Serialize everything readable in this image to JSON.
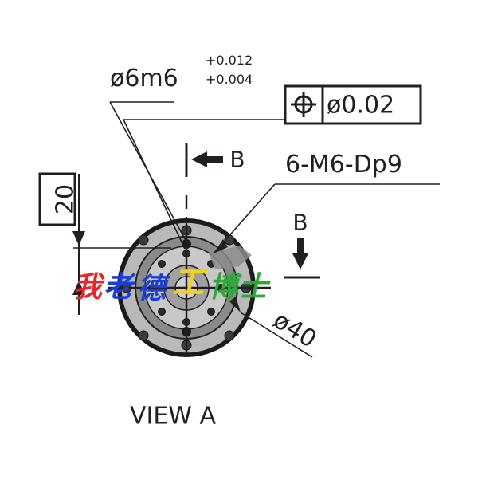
{
  "diagram": {
    "shaft_dimension": "ø6m6",
    "tolerance_upper": "+0.012",
    "tolerance_lower": "+0.004",
    "position_tolerance": {
      "symbol": "position-symbol",
      "value": "ø0.02"
    },
    "tapped_holes": "6-M6-Dp9",
    "section_marker_horizontal": "B",
    "section_marker_vertical": "B",
    "offset_dimension": "20",
    "outer_diameter": "ø40",
    "view_label": "VIEW A"
  },
  "watermark": {
    "chars": [
      "我",
      "老",
      "德",
      "工",
      "博",
      "士"
    ],
    "colors": [
      "#e8262a",
      "#1b3fd6",
      "#1b3fd6",
      "#f2d21b",
      "#2fa83a",
      "#2fa83a"
    ]
  },
  "colors": {
    "ink": "#231f20",
    "flange": "#b9b9b9",
    "hub": "#909090"
  }
}
